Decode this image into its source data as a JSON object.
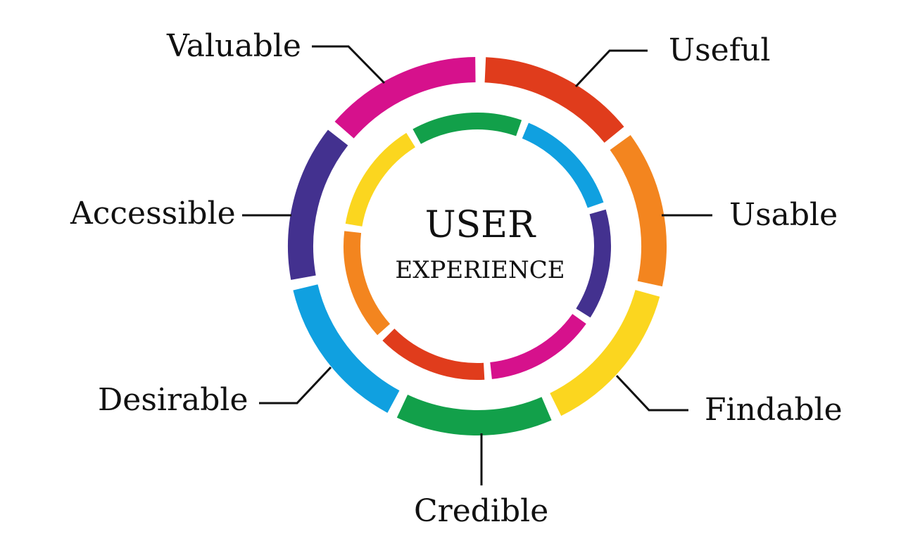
{
  "center": {
    "title": "USER",
    "subtitle": "EXPERIENCE"
  },
  "labels": {
    "valuable": "Valuable",
    "useful": "Useful",
    "usable": "Usable",
    "findable": "Findable",
    "credible": "Credible",
    "desirable": "Desirable",
    "accessible": "Accessible"
  },
  "colors": {
    "magenta": "#d6118c",
    "red": "#e03c1c",
    "orange": "#f3851f",
    "yellow": "#fbd61f",
    "green": "#12a04a",
    "blue": "#10a0e0",
    "purple": "#43318f"
  },
  "outer_ring": [
    {
      "name": "outer-segment-useful",
      "color": "red"
    },
    {
      "name": "outer-segment-usable",
      "color": "orange"
    },
    {
      "name": "outer-segment-findable",
      "color": "yellow"
    },
    {
      "name": "outer-segment-credible",
      "color": "green"
    },
    {
      "name": "outer-segment-desirable",
      "color": "blue"
    },
    {
      "name": "outer-segment-accessible",
      "color": "purple"
    },
    {
      "name": "outer-segment-valuable",
      "color": "magenta"
    }
  ],
  "inner_ring": [
    {
      "name": "inner-segment-1",
      "color": "blue"
    },
    {
      "name": "inner-segment-2",
      "color": "purple"
    },
    {
      "name": "inner-segment-3",
      "color": "magenta"
    },
    {
      "name": "inner-segment-4",
      "color": "red"
    },
    {
      "name": "inner-segment-5",
      "color": "orange"
    },
    {
      "name": "inner-segment-6",
      "color": "yellow"
    },
    {
      "name": "inner-segment-7",
      "color": "green"
    }
  ]
}
